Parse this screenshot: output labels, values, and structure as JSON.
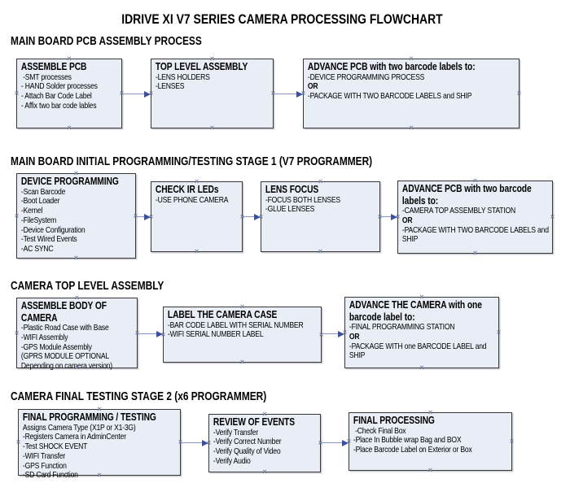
{
  "title": "IDRIVE XI V7 SERIES CAMERA PROCESSING FLOWCHART",
  "glyphs": {
    "connection_marker": "×"
  },
  "colors": {
    "box_fill": "#e8edf6",
    "box_border": "#373737",
    "arrow_line": "#8796c8",
    "arrow_head": "#3d4fa0",
    "connection_marker": "#72809f"
  },
  "sections": [
    {
      "heading": "MAIN BOARD PCB ASSEMBLY PROCESS",
      "boxes": [
        {
          "title": "ASSEMBLE PCB",
          "items": [
            " -SMT processes",
            "- HAND Solder processes",
            "- Attach Bar Code Label",
            "- Affix two bar code lables"
          ]
        },
        {
          "title": "TOP LEVEL ASSEMBLY",
          "items": [
            "-LENS HOLDERS",
            "-LENSES"
          ]
        },
        {
          "title": "ADVANCE PCB with two barcode labels to:",
          "items": [
            "-DEVICE PROGRAMMING PROCESS",
            "OR",
            "-PACKAGE WITH TWO BARCODE LABELS and SHIP"
          ]
        }
      ]
    },
    {
      "heading": "MAIN BOARD INITIAL PROGRAMMING/TESTING STAGE 1 (V7 PROGRAMMER)",
      "boxes": [
        {
          "title": "DEVICE PROGRAMMING",
          "items": [
            "-Scan Barcode",
            "-Boot Loader",
            "-Kernel",
            "-FileSystem",
            "-Device Configuration",
            "-Test Wired Events",
            "-AC SYNC"
          ]
        },
        {
          "title": "CHECK IR LEDs",
          "items": [
            "-USE PHONE CAMERA"
          ]
        },
        {
          "title": "LENS FOCUS",
          "items": [
            "-FOCUS BOTH LENSES",
            "-GLUE LENSES"
          ]
        },
        {
          "title": "ADVANCE PCB with two barcode labels to:",
          "items": [
            "-CAMERA TOP ASSEMBLY STATION",
            "OR",
            "-PACKAGE WITH TWO BARCODE LABELS and SHIP"
          ]
        }
      ]
    },
    {
      "heading": "CAMERA TOP LEVEL ASSEMBLY",
      "boxes": [
        {
          "title": "ASSEMBLE BODY OF CAMERA",
          "items": [
            "-Plastic Road Case with Base",
            "-WIFI Assembly",
            "-GPS Module Assembly",
            "(GPRS MODULE OPTIONAL",
            "Depending on camera version)"
          ]
        },
        {
          "title": "LABEL THE CAMERA CASE",
          "items": [
            "-BAR CODE LABEL WITH SERIAL NUMBER",
            "-WIFI SERIAL NUMBER LABEL"
          ]
        },
        {
          "title": "ADVANCE THE CAMERA with one barcode label to:",
          "items": [
            "-FINAL PROGRAMMING STATION",
            "OR",
            "-PACKAGE WITH one BARCODE LABEL and SHIP"
          ]
        }
      ]
    },
    {
      "heading": "CAMERA FINAL TESTING STAGE 2 (x6 PROGRAMMER)",
      "boxes": [
        {
          "title": "FINAL PROGRAMMING / TESTING",
          "items": [
            "Assigns Camera Type (X1P or X1-3G)",
            "-Registers Camera in AdminCenter",
            "-Test SHOCK EVENT",
            "-WIFI Transfer",
            "-GPS Function",
            "-SD Card Function"
          ]
        },
        {
          "title": "REVIEW OF EVENTS",
          "items": [
            "-Verify Transfer",
            "-Verify Correct Number",
            "-Verify Quality of Video",
            "-Verify Audio"
          ]
        },
        {
          "title": "FINAL PROCESSING",
          "items": [
            " -Check Final Box",
            "-Place In Bubble wrap Bag and BOX",
            "-Place Barcode Label on Exterior or Box"
          ]
        }
      ]
    }
  ]
}
